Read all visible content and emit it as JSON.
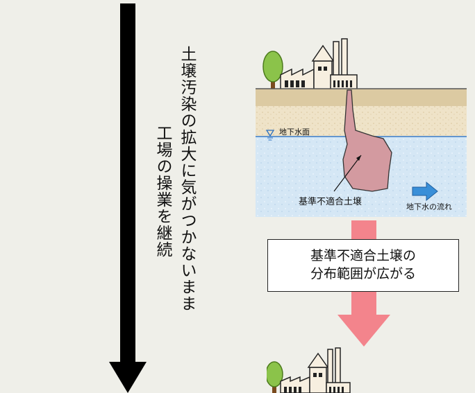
{
  "timeline": {
    "col1": "土壌汚染の拡大に気がつかないまま",
    "col2": "工場の操業を継続"
  },
  "cross_section": {
    "water_table_label": "地下水面",
    "contamination_label": "基準不適合土壌",
    "flow_label": "地下水の流れ"
  },
  "callout": {
    "line1": "基準不適合土壌の",
    "line2": "分布範囲が広がる"
  },
  "colors": {
    "arrow_black": "#000000",
    "pink_arrow": "#f3848c",
    "soil_top": "#e6d5b0",
    "groundwater": "#d4e6f4",
    "contamination": "#d39aa0",
    "flow_arrow": "#3a8fd8"
  }
}
